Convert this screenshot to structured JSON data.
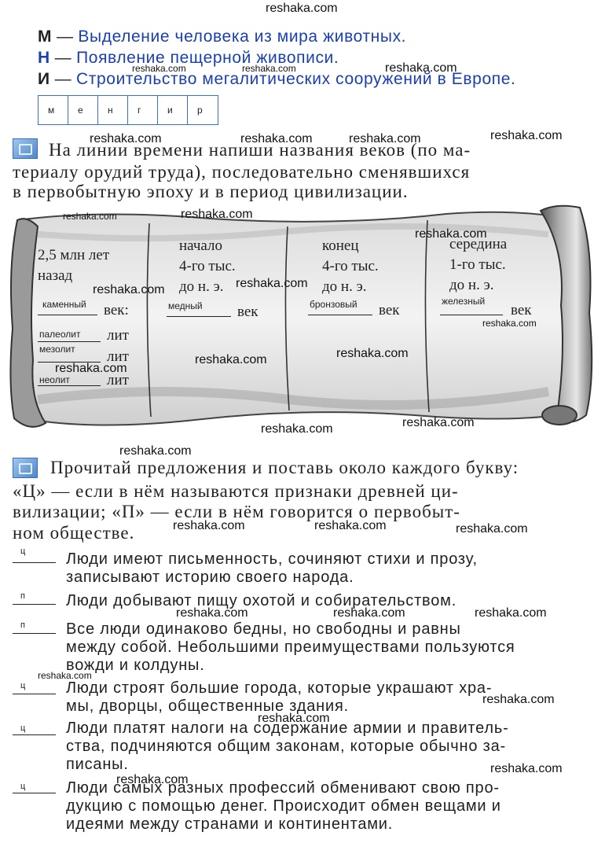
{
  "watermark": "reshaka.com",
  "definitions": [
    {
      "letter": "М",
      "dash": "—",
      "text": "Выделение человека из мира животных."
    },
    {
      "letter": "Н",
      "dash": "—",
      "text": "Появление пещерной живописи."
    },
    {
      "letter": "И",
      "dash": "—",
      "text": "Строительство мегалитических сооружений в Европе."
    }
  ],
  "answer_word_cells": [
    "м",
    "е",
    "н",
    "г",
    "и",
    "р"
  ],
  "task1": {
    "lines": [
      "На линии времени напиши названия веков (по ма-",
      "териалу орудий труда), последовательно сменявшихся",
      "в первобытную эпоху и в период цивилизации."
    ]
  },
  "timeline": {
    "periods": [
      {
        "date": [
          "2,5 млн лет",
          "назад"
        ],
        "answer": "каменный",
        "suffix": "век:"
      },
      {
        "date": [
          "начало",
          "4-го тыс.",
          "до н. э."
        ],
        "answer": "медный",
        "suffix": "век"
      },
      {
        "date": [
          "конец",
          "4-го тыс.",
          "до н. э."
        ],
        "answer": "бронзовый",
        "suffix": "век"
      },
      {
        "date": [
          "середина",
          "1-го тыс.",
          "до н. э."
        ],
        "answer": "железный",
        "suffix": "век"
      }
    ],
    "subperiods": [
      {
        "answer": "палеолит",
        "suffix": "лит"
      },
      {
        "answer": "мезолит",
        "suffix": "лит"
      },
      {
        "answer": "неолит",
        "suffix": "лит"
      }
    ]
  },
  "task2": {
    "lines": [
      "Прочитай предложения и поставь около каждого букву:",
      "«Ц» — если в нём называются признаки древней ци-",
      "вилизации; «П» — если в нём говорится о первобыт-",
      "ном обществе."
    ]
  },
  "sentences": [
    {
      "answer": "ц",
      "lines": [
        "Люди имеют письменность, сочиняют стихи и прозу,",
        "записывают историю своего народа."
      ]
    },
    {
      "answer": "п",
      "lines": [
        "Люди добывают пищу охотой и собирательством."
      ]
    },
    {
      "answer": "п",
      "lines": [
        "Все люди одинаково бедны, но свободны и равны",
        "между собой. Небольшими преимуществами пользуются",
        "вожди и колдуны."
      ]
    },
    {
      "answer": "ц",
      "lines": [
        "Люди строят большие города, которые украшают хра-",
        "мы, дворцы, общественные здания."
      ]
    },
    {
      "answer": "ц",
      "lines": [
        "Люди платят налоги на содержание армии и правитель-",
        "ства, подчиняются общим законам, которые обычно за-",
        "писаны."
      ]
    },
    {
      "answer": "ц",
      "lines": [
        "Люди самых разных профессий обменивают свою про-",
        "дукцию с помощью денег. Происходит обмен вещами и",
        "идеями между странами и континентами."
      ]
    }
  ]
}
